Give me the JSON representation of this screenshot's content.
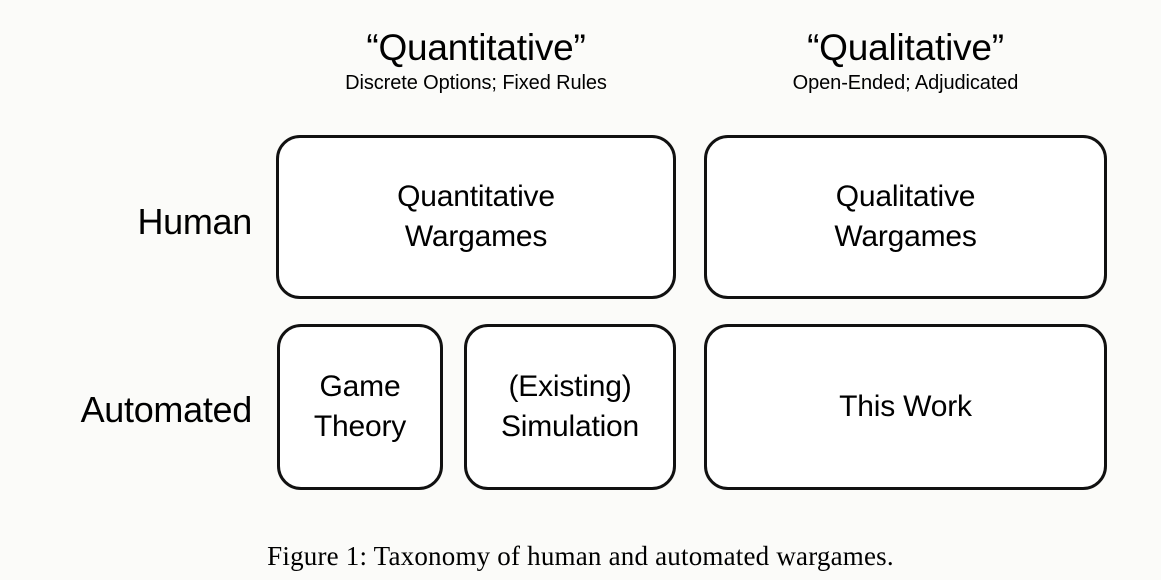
{
  "figure": {
    "background_color": "#fbfbf9",
    "box_border_color": "#111111",
    "box_fill_color": "#ffffff",
    "text_color": "#000000",
    "caption": "Figure 1: Taxonomy of human and automated wargames."
  },
  "columns": [
    {
      "title": "“Quantitative”",
      "subtitle": "Discrete Options; Fixed Rules"
    },
    {
      "title": "“Qualitative”",
      "subtitle": "Open-Ended; Adjudicated"
    }
  ],
  "rows": [
    {
      "label": "Human"
    },
    {
      "label": "Automated"
    }
  ],
  "cells": {
    "human_quantitative": "Quantitative\nWargames",
    "human_qualitative": "Qualitative\nWargames",
    "automated_quantitative_a": "Game\nTheory",
    "automated_quantitative_b": "(Existing)\nSimulation",
    "automated_qualitative": "This Work"
  }
}
